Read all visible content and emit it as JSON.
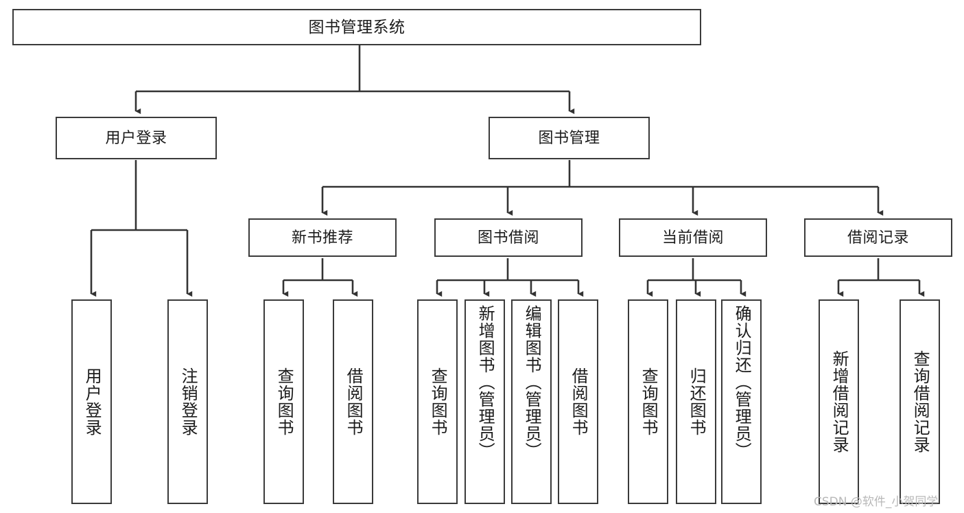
{
  "diagram": {
    "title": "图书管理系统",
    "type": "tree-hierarchy-chart",
    "root": {
      "id": "root",
      "label": "图书管理系统"
    },
    "level2": [
      {
        "id": "user-login",
        "label": "用户登录"
      },
      {
        "id": "book-management",
        "label": "图书管理"
      }
    ],
    "level3": [
      {
        "id": "new-book-recommend",
        "label": "新书推荐",
        "parent": "book-management"
      },
      {
        "id": "book-borrow",
        "label": "图书借阅",
        "parent": "book-management"
      },
      {
        "id": "current-borrow",
        "label": "当前借阅",
        "parent": "book-management"
      },
      {
        "id": "borrow-record",
        "label": "借阅记录",
        "parent": "book-management"
      }
    ],
    "leaves": [
      {
        "id": "leaf-user-login",
        "label": "用户登录",
        "parent": "user-login"
      },
      {
        "id": "leaf-logout-login",
        "label": "注销登录",
        "parent": "user-login"
      },
      {
        "id": "leaf-query-book-1",
        "label": "查询图书",
        "parent": "new-book-recommend"
      },
      {
        "id": "leaf-borrow-book-1",
        "label": "借阅图书",
        "parent": "new-book-recommend"
      },
      {
        "id": "leaf-query-book-2",
        "label": "查询图书",
        "parent": "book-borrow"
      },
      {
        "id": "leaf-add-book",
        "label": "新增图书（管理员）",
        "parent": "book-borrow"
      },
      {
        "id": "leaf-edit-book",
        "label": "编辑图书（管理员）",
        "parent": "book-borrow"
      },
      {
        "id": "leaf-borrow-book-2",
        "label": "借阅图书",
        "parent": "book-borrow"
      },
      {
        "id": "leaf-query-book-3",
        "label": "查询图书",
        "parent": "current-borrow"
      },
      {
        "id": "leaf-return-book",
        "label": "归还图书",
        "parent": "current-borrow"
      },
      {
        "id": "leaf-confirm-return",
        "label": "确认归还（管理员）",
        "parent": "current-borrow"
      },
      {
        "id": "leaf-add-record",
        "label": "新增借阅记录",
        "parent": "borrow-record"
      },
      {
        "id": "leaf-query-record",
        "label": "查询借阅记录",
        "parent": "borrow-record"
      }
    ],
    "colors": {
      "box_border": "#3a3a3a",
      "box_fill": "#ffffff",
      "connector": "#333333",
      "text": "#1b1b1b",
      "watermark": "#b8b8b8"
    }
  },
  "watermark": {
    "text": "CSDN @软件_小贺同学"
  }
}
